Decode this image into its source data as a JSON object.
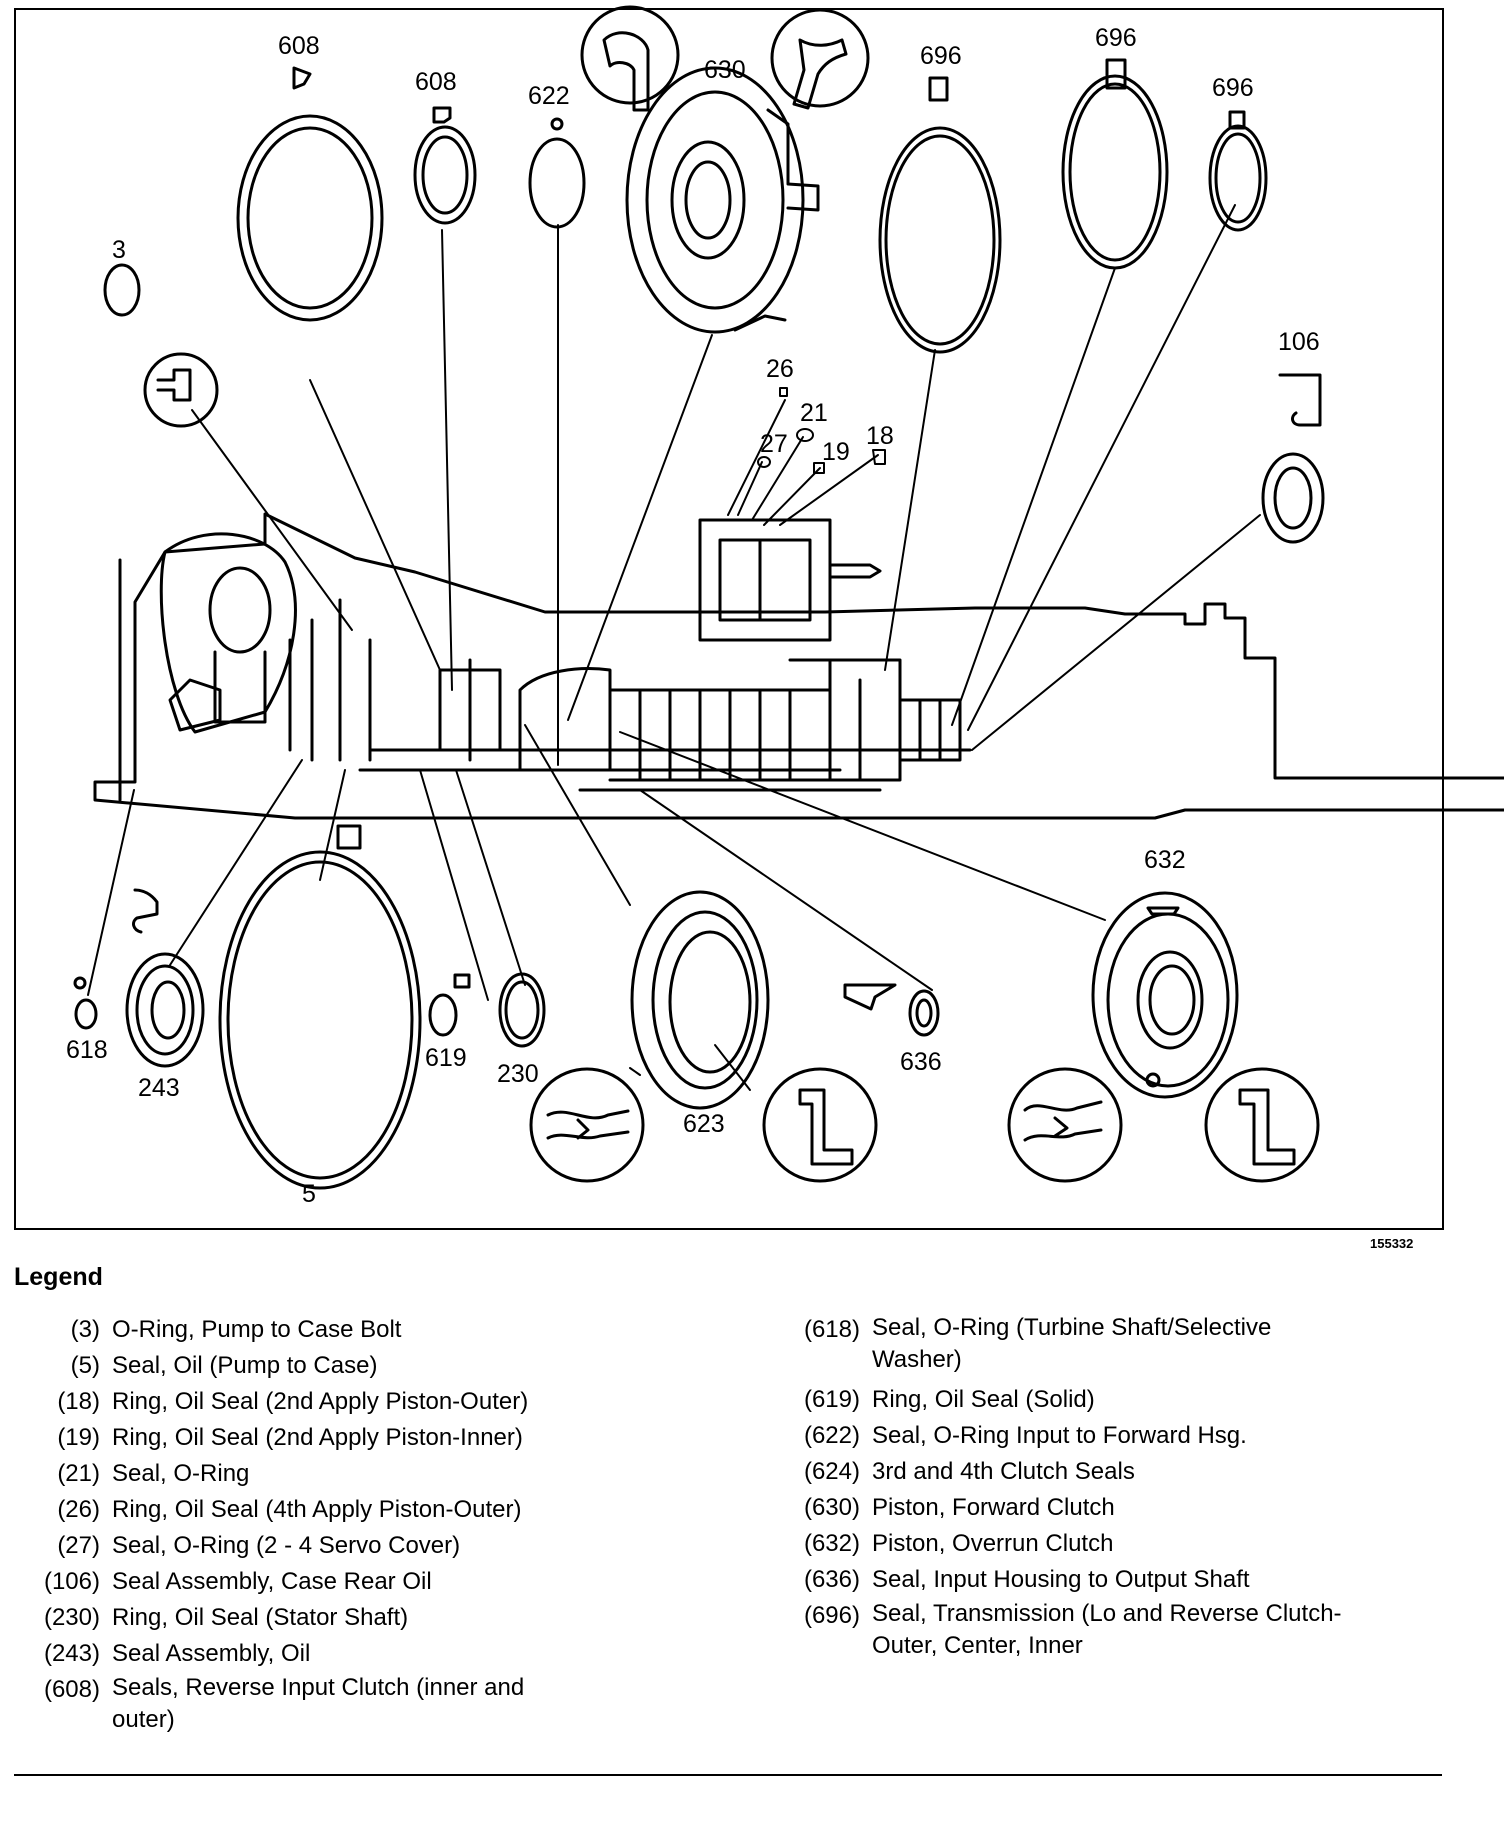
{
  "figure_number": "155332",
  "callouts": [
    {
      "label": "608"
    },
    {
      "label": "608"
    },
    {
      "label": "622"
    },
    {
      "label": "630"
    },
    {
      "label": "696"
    },
    {
      "label": "696"
    },
    {
      "label": "696"
    },
    {
      "label": "3"
    },
    {
      "label": "106"
    },
    {
      "label": "26"
    },
    {
      "label": "21"
    },
    {
      "label": "27"
    },
    {
      "label": "19"
    },
    {
      "label": "18"
    },
    {
      "label": "632"
    },
    {
      "label": "618"
    },
    {
      "label": "243"
    },
    {
      "label": "619"
    },
    {
      "label": "230"
    },
    {
      "label": "623"
    },
    {
      "label": "636"
    },
    {
      "label": "5"
    }
  ],
  "legend": {
    "title": "Legend",
    "left": [
      {
        "code": "(3)",
        "text": "O-Ring, Pump to Case Bolt"
      },
      {
        "code": "(5)",
        "text": "Seal, Oil (Pump to Case)"
      },
      {
        "code": "(18)",
        "text": "Ring, Oil Seal (2nd Apply Piston-Outer)"
      },
      {
        "code": "(19)",
        "text": "Ring, Oil Seal (2nd Apply Piston-Inner)"
      },
      {
        "code": "(21)",
        "text": "Seal, O-Ring"
      },
      {
        "code": "(26)",
        "text": "Ring, Oil Seal (4th Apply Piston-Outer)"
      },
      {
        "code": "(27)",
        "text": "Seal, O-Ring (2 - 4 Servo Cover)"
      },
      {
        "code": "(106)",
        "text": "Seal Assembly, Case Rear Oil"
      },
      {
        "code": "(230)",
        "text": "Ring, Oil Seal (Stator Shaft)"
      },
      {
        "code": "(243)",
        "text": "Seal Assembly, Oil"
      },
      {
        "code": "(608)",
        "text": "Seals, Reverse Input Clutch (inner and outer)"
      }
    ],
    "right": [
      {
        "code": "(618)",
        "text": "Seal, O-Ring (Turbine Shaft/Selective Washer)"
      },
      {
        "code": "(619)",
        "text": "Ring, Oil Seal (Solid)"
      },
      {
        "code": "(622)",
        "text": "Seal, O-Ring Input to Forward Hsg."
      },
      {
        "code": "(624)",
        "text": "3rd and 4th Clutch Seals"
      },
      {
        "code": "(630)",
        "text": "Piston, Forward Clutch"
      },
      {
        "code": "(632)",
        "text": "Piston, Overrun Clutch"
      },
      {
        "code": "(636)",
        "text": "Seal, Input Housing to Output Shaft"
      },
      {
        "code": "(696)",
        "text": "Seal, Transmission (Lo and Reverse Clutch-Outer, Center, Inner"
      }
    ]
  }
}
